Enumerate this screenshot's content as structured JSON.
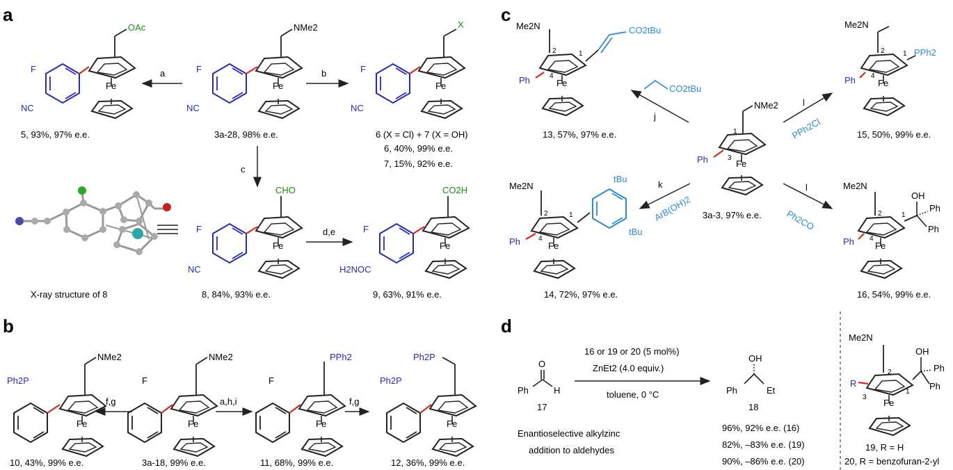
{
  "panels": {
    "a": "a",
    "b": "b",
    "c": "c",
    "d": "d"
  },
  "subs": {
    "OAc": "OAc",
    "NMe2": "NMe2",
    "X": "X",
    "CHO": "CHO",
    "CO2H": "CO2H",
    "PPh2": "PPh2",
    "Me2N": "Me2N",
    "CO2tBu": "CO2tBu",
    "tBu": "tBu",
    "OH": "OH",
    "Ph": "Ph",
    "F": "F",
    "NC": "NC",
    "H2NOC": "H2NOC",
    "Ph2P": "Ph2P",
    "Fe": "Fe",
    "O": "O",
    "H": "H",
    "Et": "Et",
    "R": "R"
  },
  "locants": {
    "1": "1",
    "2": "2",
    "3": "3",
    "4": "4"
  },
  "a": {
    "c5": "5, 93%, 97% e.e.",
    "c3a28": "3a-28, 98% e.e.",
    "c6line1": "6 (X = Cl) + 7 (X = OH)",
    "c6line2": "6, 40%, 99% e.e.",
    "c6line3": "7, 15%, 92% e.e.",
    "xray": "X-ray structure of 8",
    "c8": "8, 84%, 93% e.e.",
    "c9": "9, 63%, 91% e.e.",
    "arrow_a": "a",
    "arrow_b": "b",
    "arrow_c": "c",
    "arrow_de": "d,e"
  },
  "b": {
    "c10": "10, 43%, 99% e.e.",
    "c3a18": "3a-18, 99% e.e.",
    "c11": "11, 68%, 99% e.e.",
    "c12": "12, 36%, 99% e.e.",
    "arrow_fg1": "f,g",
    "arrow_ahi": "a,h,i",
    "arrow_fg2": "f,g"
  },
  "c": {
    "c13": "13, 57%, 97% e.e.",
    "c15": "15, 50%, 99% e.e.",
    "c3a3": "3a-3, 97% e.e.",
    "c14": "14, 72%, 97% e.e.",
    "c16": "16, 54%, 99% e.e.",
    "arrow_j": "j",
    "arrow_l1": "l",
    "arrow_k": "k",
    "arrow_l2": "l",
    "reag_acrylate": "CO2tBu",
    "reag_pph2cl": "PPh2Cl",
    "reag_boronic": "ArB(OH)2",
    "reag_ph2co": "Ph2CO"
  },
  "d": {
    "line1": "16 or 19 or 20 (5 mol%)",
    "line2": "ZnEt2 (4.0 equiv.)",
    "line3": "toluene, 0 °C",
    "c17": "17",
    "c18": "18",
    "r16": "96%, 92% e.e. (16)",
    "r19": "82%, –83% e.e. (19)",
    "r20": "90%, –86% e.e. (20)",
    "desc1": "Enantioselective alkylzinc",
    "desc2": "addition to aldehydes",
    "c19": "19, R = H",
    "c20": "20, R = benzofuran-2-yl"
  },
  "colors": {
    "ink": "#222222",
    "blue": "#2a2ab0",
    "red": "#d42a1a",
    "green": "#1a8a1a",
    "cyan": "#2a8ad0"
  }
}
